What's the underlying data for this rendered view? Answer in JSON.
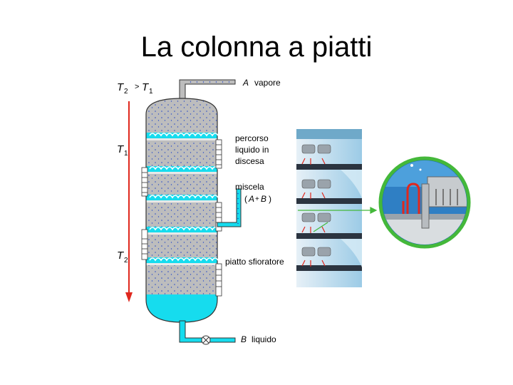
{
  "title": "La colonna a piatti",
  "labels": {
    "temp_top_t": "T",
    "temp_top_sub2": "2",
    "temp_top_gt": ">",
    "temp_top_t2": "T",
    "temp_top_sub1": "1",
    "t1": "T",
    "t1_sub": "1",
    "t2": "T",
    "t2_sub": "2",
    "vapore_letter": "A",
    "vapore_text": "vapore",
    "percorso_1": "percorso",
    "percorso_2": "liquido in",
    "percorso_3": "discesa",
    "miscela": "miscela",
    "miscela_open": "(",
    "miscela_a": "A",
    "miscela_plus": "+",
    "miscela_b": "B",
    "miscela_close": ")",
    "piatto": "piatto sfioratore",
    "liquido_letter": "B",
    "liquido_text": "liquido"
  },
  "colors": {
    "vessel_gray": "#bdbdbd",
    "liquid_cyan": "#16dcee",
    "arrow_red": "#e0281e",
    "arrow_green": "#44b83a",
    "dots_blue": "#1a40c8"
  }
}
